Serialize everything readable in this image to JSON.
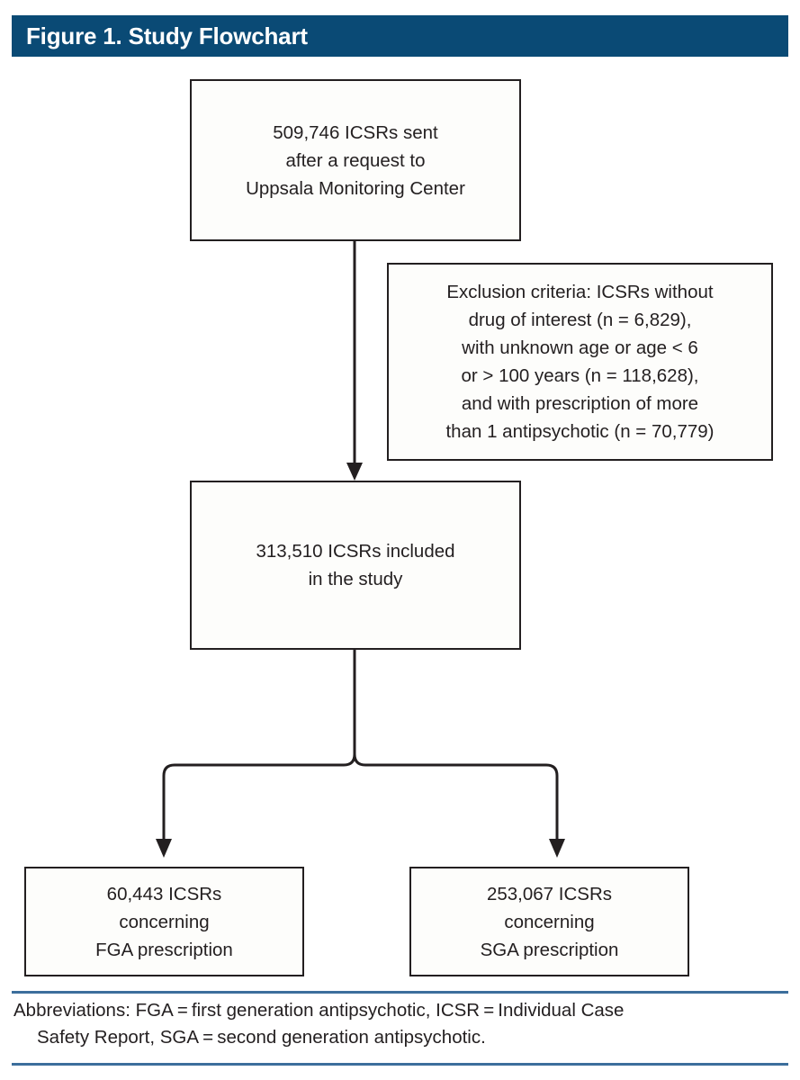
{
  "figure": {
    "header_title": "Figure 1. Study Flowchart",
    "header_bg": "#0a4a75",
    "header_fg": "#ffffff",
    "box_border_color": "#231f20",
    "rule_color": "#3c6e9c",
    "text_color": "#231f20"
  },
  "chart_data": {
    "type": "diagram",
    "title": "Figure 1. Study Flowchart",
    "diagram_kind": "study-flowchart",
    "nodes": [
      {
        "id": "source",
        "label": "509,746 ICSRs sent\nafter a request to\nUppsala Monitoring Center",
        "value": 509746,
        "unit": "ICSRs"
      },
      {
        "id": "excluded",
        "label": "Exclusion criteria: ICSRs without\ndrug of interest (n = 6,829),\nwith unknown age or age < 6\nor > 100 years (n = 118,628),\nand with prescription of more\nthan 1 antipsychotic (n = 70,779)",
        "exclusions": [
          {
            "reason": "without drug of interest",
            "n": 6829
          },
          {
            "reason": "unknown age or age < 6 or > 100 years",
            "n": 118628
          },
          {
            "reason": "prescription of more than 1 antipsychotic",
            "n": 70779
          }
        ]
      },
      {
        "id": "included",
        "label": "313,510 ICSRs included\nin the study",
        "value": 313510,
        "unit": "ICSRs"
      },
      {
        "id": "fga",
        "label": "60,443 ICSRs\nconcerning\nFGA prescription",
        "value": 60443,
        "unit": "ICSRs"
      },
      {
        "id": "sga",
        "label": "253,067 ICSRs\nconcerning\nSGA prescription",
        "value": 253067,
        "unit": "ICSRs"
      }
    ],
    "edges": [
      {
        "from": "source",
        "to": "included",
        "style": "arrow-down"
      },
      {
        "from": "included",
        "to": "fga",
        "style": "elbow-arrow-down-left"
      },
      {
        "from": "included",
        "to": "sga",
        "style": "elbow-arrow-down-right"
      }
    ]
  },
  "footnote": {
    "line1": "Abbreviations: FGA = first generation antipsychotic, ICSR = Individual Case",
    "line2": "Safety Report, SGA = second generation antipsychotic."
  }
}
